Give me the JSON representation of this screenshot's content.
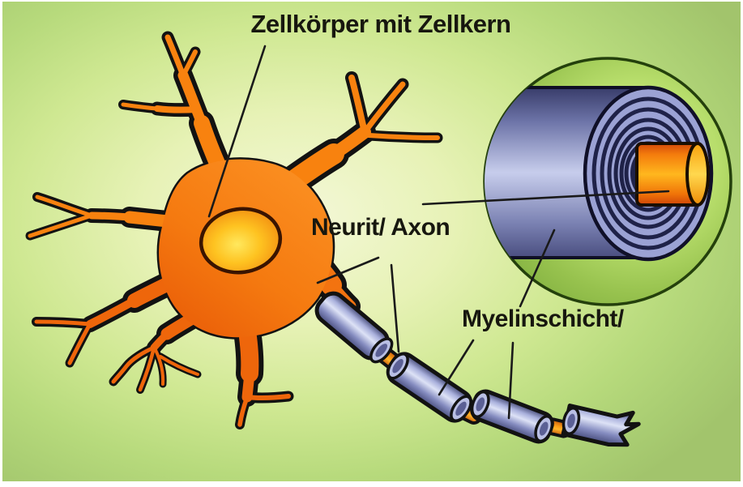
{
  "figure": {
    "subject": "neuron-schematic-with-myelin-inset",
    "title": "Zellkörper mit Zellkern",
    "labels": {
      "neurit_axon": "Neurit/ Axon",
      "myelinschicht": "Myelinschicht/"
    },
    "palette": {
      "background_center": "#f4f8d8",
      "background_edge": "#a2c46c",
      "frame_white": "#ffffff",
      "neuron_orange": "#f8820f",
      "neuron_orange_dark": "#ee660b",
      "nucleus_yellow": "#ffe85e",
      "nucleus_orange": "#f1860e",
      "myelin_light": "#dde2f6",
      "myelin_mid": "#a9b0dc",
      "myelin_dark": "#3f4470",
      "node_of_ranvier_orange": "#fa9b16",
      "inset_green_light": "#d3ee8d",
      "inset_green_dark": "#7fae3e",
      "outline": "#121212"
    }
  }
}
